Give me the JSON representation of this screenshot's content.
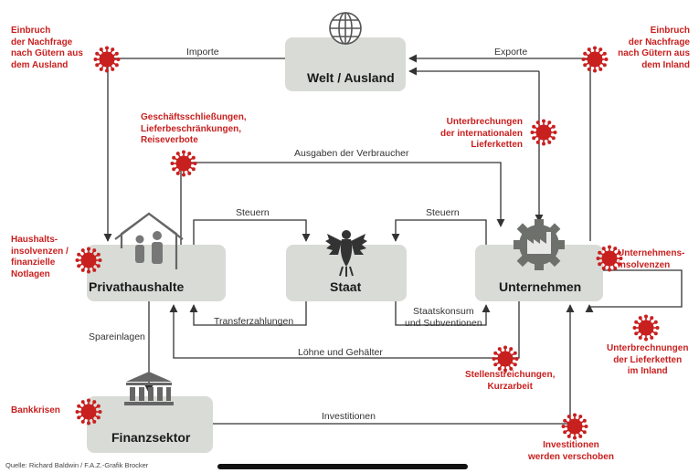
{
  "sectors": {
    "welt": "Welt / Ausland",
    "privathaushalte": "Privathaushalte",
    "staat": "Staat",
    "unternehmen": "Unternehmen",
    "finanzsektor": "Finanzsektor"
  },
  "flows": {
    "importe": "Importe",
    "exporte": "Exporte",
    "ausgaben": "Ausgaben der Verbraucher",
    "steuern_left": "Steuern",
    "steuern_right": "Steuern",
    "transfer": "Transferzahlungen",
    "staatskonsum": [
      "Staatskonsum",
      "und Subventionen"
    ],
    "spareinlagen": "Spareinlagen",
    "loehne": "Löhne und Gehälter",
    "investitionen": "Investitionen"
  },
  "shocks": {
    "einbruch_ausland": [
      "Einbruch",
      "der Nachfrage",
      "nach Gütern aus",
      "dem Ausland"
    ],
    "einbruch_inland": [
      "Einbruch",
      "der Nachfrage",
      "nach Gütern aus",
      "dem Inland"
    ],
    "geschaeftsschliessungen": [
      "Geschäftsschließungen,",
      "Lieferbeschränkungen,",
      "Reiseverbote"
    ],
    "unterbrechungen_international": [
      "Unterbrechungen",
      "der internationalen",
      "Lieferketten"
    ],
    "haushaltsinsolvenzen": [
      "Haushalts-",
      "insolvenzen /",
      "finanzielle",
      "Notlagen"
    ],
    "unternehmensinsolvenzen": [
      "Unternehmens-",
      "insolvenzen"
    ],
    "unterbrechungen_inland": [
      "Unterbrechnungen",
      "der Lieferketten",
      "im Inland"
    ],
    "stellenstreichungen": [
      "Stellenstreichungen,",
      "Kurzarbeit"
    ],
    "bankkrisen": [
      "Bankkrisen"
    ],
    "investitionen_verschoben": [
      "Investitionen",
      "werden verschoben"
    ]
  },
  "source": "Quelle: Richard Baldwin / F.A.Z.-Grafik Brocker",
  "colors": {
    "box": "#d9dbd6",
    "red": "#c8201f",
    "line": "#333333"
  }
}
